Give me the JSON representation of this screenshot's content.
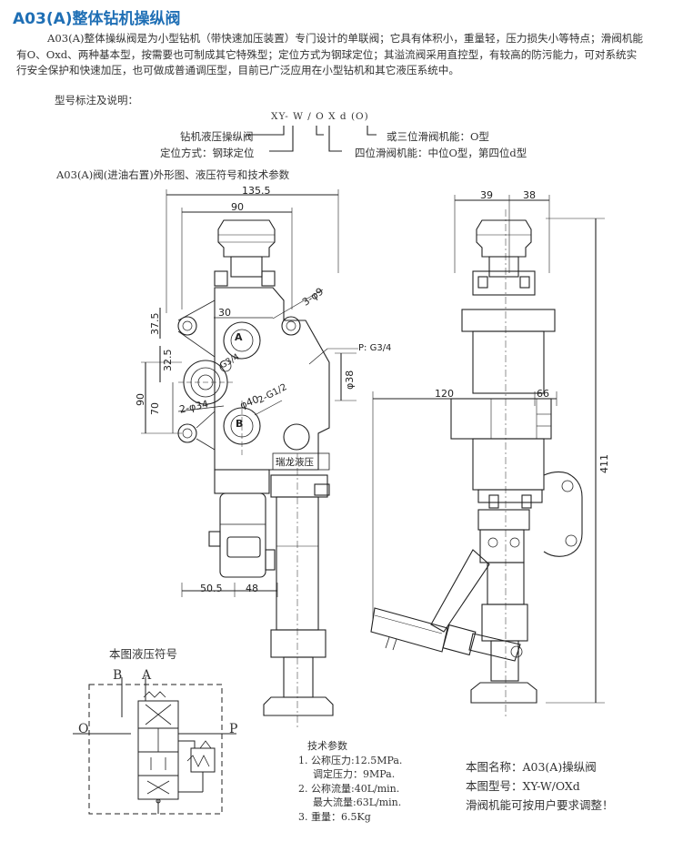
{
  "title": "A03(A)整体钻机操纵阀",
  "intro": "A03(A)整体操纵阀是为小型钻机（带快速加压装置）专门设计的单联阀；它具有体积小，重量轻，压力损失小等特点；滑阀机能有O、Oxd、两种基本型，按需要也可制成其它特殊型；定位方式为钢球定位；其溢流阀采用直控型，有较高的防污能力，可对系统实行安全保护和快速加压，也可做成普通调压型，目前已广泛应用在小型钻机和其它液压系统中。",
  "model": {
    "heading": "型号标注及说明：",
    "code": "XY- W / O X d   (O)",
    "label_valve": "钻机液压操纵阀",
    "label_locate": "定位方式：钢球定位",
    "label_three": "或三位滑阀机能：O型",
    "label_four": "四位滑阀机能：中位O型，第四位d型"
  },
  "drawing": {
    "caption": "A03(A)阀(进油右置)外形图、液压符号和技术参数",
    "dims": {
      "d135": "135.5",
      "d90": "90",
      "d30": "30",
      "d37": "37.5",
      "d32": "32.5",
      "d90v": "90",
      "d70": "70",
      "d3p9": "3-φ9",
      "dP": "P: G3/4",
      "d38": "φ38",
      "dG34": "G3/4",
      "d40": "φ40",
      "d2G": "2-G1/2",
      "d234": "2-φ34",
      "d505": "50.5",
      "d48": "48",
      "d39": "39",
      "d38h": "38",
      "d120": "120",
      "d66": "66",
      "d411": "411",
      "A": "A",
      "B": "B"
    },
    "brand_label": "瑞龙液压"
  },
  "symbol": {
    "caption": "本图液压符号",
    "B": "B",
    "A": "A",
    "O": "O",
    "P": "P"
  },
  "params": {
    "heading": "技术参数",
    "l1": "1. 公称压力:12.5MPa.",
    "l2": "调定压力：9MPa.",
    "l3": "2. 公称流量:40L/min.",
    "l4": "最大流量:63L/min.",
    "l5": "3. 重量：6.5Kg"
  },
  "note": {
    "name": "本图名称：A03(A)操纵阀",
    "model": "本图型号：XY-W/OXd",
    "adjust": "滑阀机能可按用户要求调整！"
  }
}
